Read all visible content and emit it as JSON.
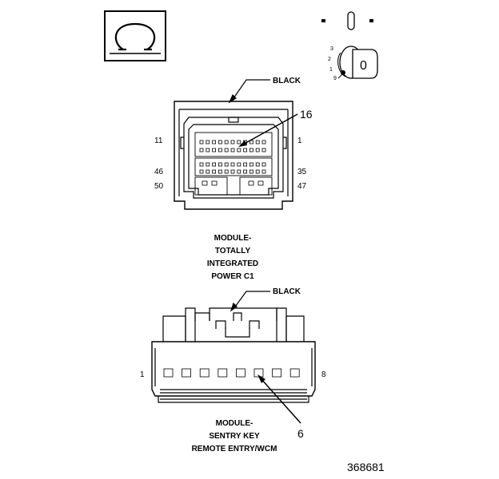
{
  "symbols": {
    "ohmmeter": "ohm-symbol-icon",
    "ignition_switch": "ignition-key-icon",
    "ignition_positions": [
      "3",
      "2",
      "1",
      "9"
    ],
    "ignition_key_glyph": "0"
  },
  "connector_c1": {
    "color_label": "BLACK",
    "callout_pin": "16",
    "pin_labels": {
      "top_left": "11",
      "top_right": "1",
      "mid_left": "46",
      "mid_right": "35",
      "bottom_left": "50",
      "bottom_right": "47"
    },
    "title_lines": [
      "MODULE-",
      "TOTALLY",
      "INTEGRATED",
      "POWER C1"
    ]
  },
  "connector_skreem": {
    "color_label": "BLACK",
    "pin_label_left": "1",
    "pin_label_right": "8",
    "callout_pin": "6",
    "title_lines": [
      "MODULE-",
      "SENTRY KEY",
      "REMOTE ENTRY/WCM"
    ]
  },
  "figure_number": "368681"
}
